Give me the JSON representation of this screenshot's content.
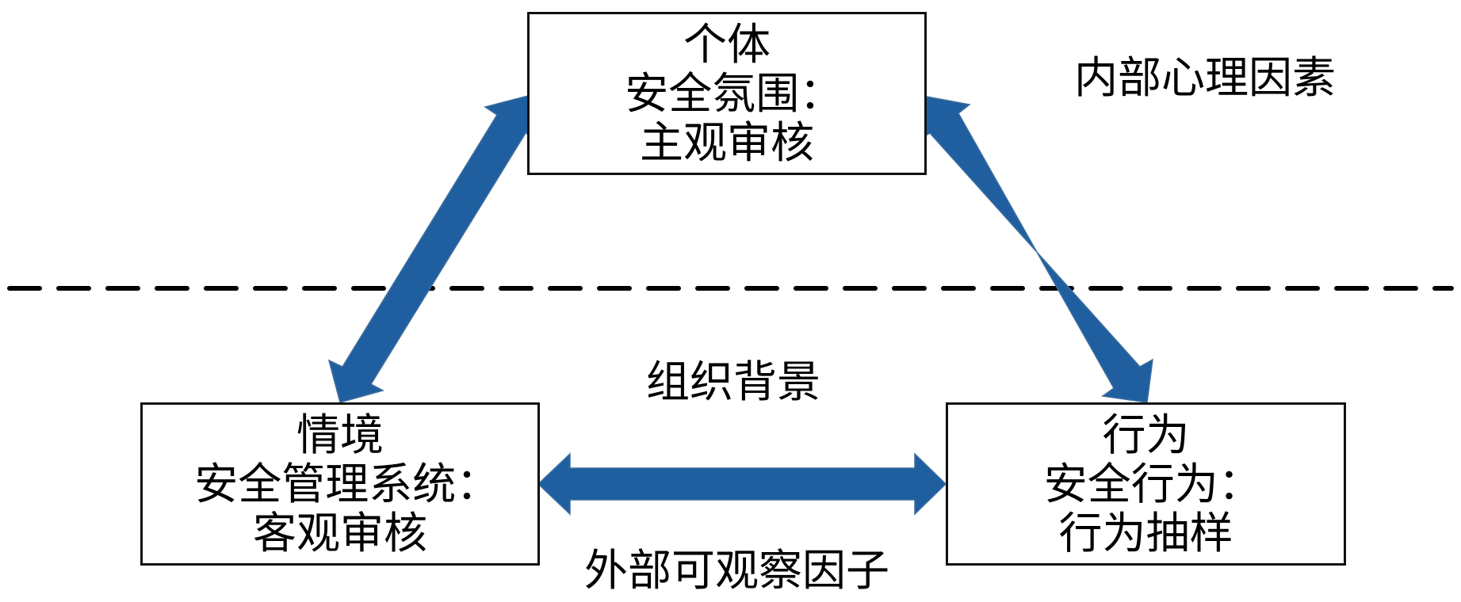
{
  "diagram": {
    "title": "安全文化交互模型",
    "nodes": {
      "individual": {
        "lines": [
          "个体",
          " 安全氛围：",
          "主观审核"
        ]
      },
      "situation": {
        "lines": [
          "情境",
          " 安全管理系统：",
          "客观审核"
        ]
      },
      "behavior": {
        "lines": [
          "行为",
          " 安全行为：",
          "行为抽样"
        ]
      }
    },
    "labels": {
      "internal": "内部心理因素",
      "context": "组织背景",
      "external": "外部可观察因子"
    },
    "edges": [
      {
        "from": "individual",
        "to": "situation",
        "type": "bidirectional"
      },
      {
        "from": "individual",
        "to": "behavior",
        "type": "bidirectional"
      },
      {
        "from": "situation",
        "to": "behavior",
        "type": "bidirectional"
      }
    ],
    "colors": {
      "arrow": "#1f5fa0",
      "box_border": "#111111",
      "divider": "#000000"
    }
  }
}
